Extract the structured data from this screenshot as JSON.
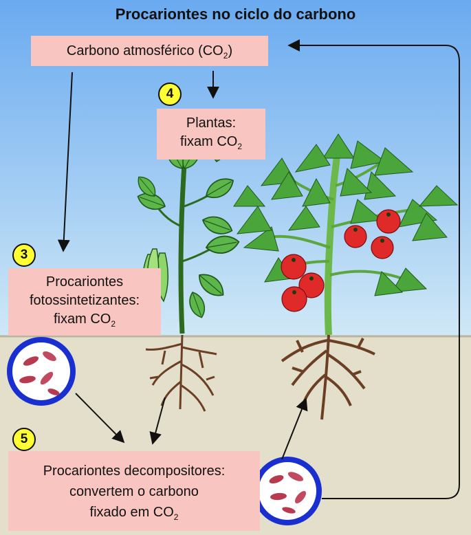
{
  "title": "Procariontes no ciclo do carbono",
  "labels": {
    "atmospheric": {
      "text": "Carbono atmosférico (CO",
      "sub": "2",
      "suffix": ")"
    },
    "plants": {
      "line1": "Plantas:",
      "line2": "fixam CO",
      "sub": "2"
    },
    "photosynthetic": {
      "line1": "Procariontes",
      "line2": "fotossintetizantes:",
      "line3": "fixam CO",
      "sub": "2"
    },
    "decomposers": {
      "line1": "Procariontes decompositores:",
      "line2": "convertem o carbono",
      "line3": "fixado em CO",
      "sub": "2"
    }
  },
  "steps": {
    "plants": "4",
    "photosynthetic": "3",
    "decomposers": "5"
  },
  "colors": {
    "sky_top": "#6aaaf0",
    "sky_bottom": "#cfe8f6",
    "soil": "#e3dfcb",
    "label_box": "#f8c5c0",
    "step_badge": "#ffff33",
    "circle_ring": "#1a2fd0",
    "leaf": "#5cb64a",
    "tomato": "#e02a2a",
    "root": "#6b3f23"
  }
}
